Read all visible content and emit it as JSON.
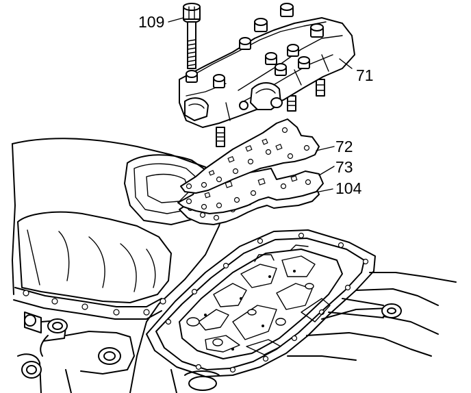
{
  "callouts": [
    {
      "id": "109",
      "label": "109"
    },
    {
      "id": "71",
      "label": "71"
    },
    {
      "id": "72",
      "label": "72"
    },
    {
      "id": "73",
      "label": "73"
    },
    {
      "id": "104",
      "label": "104"
    }
  ]
}
